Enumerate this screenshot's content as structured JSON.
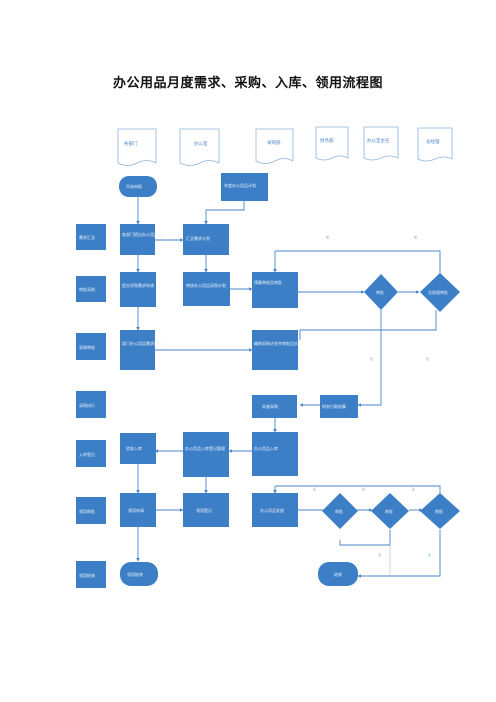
{
  "page": {
    "title": "办公用品月度需求、采购、入库、领用流程图"
  },
  "headers": [
    {
      "label": "各部门"
    },
    {
      "label": "办公室"
    },
    {
      "label": "采购部"
    },
    {
      "label": "财务部"
    },
    {
      "label": "办公室主任"
    },
    {
      "label": "总经理"
    }
  ],
  "lanes": [
    {
      "label": "需求汇总"
    },
    {
      "label": "审批采购"
    },
    {
      "label": "采购审核"
    },
    {
      "label": "采购执行"
    },
    {
      "label": "入库登记"
    },
    {
      "label": "领用审批"
    },
    {
      "label": "领用结束"
    }
  ],
  "nodes": {
    "start": "开始申报",
    "n_plan": "年度办公用品计划",
    "n_dept_req": "各部门提出办公用品需求",
    "n_summary": "汇总需求计划",
    "n_submit": "提交采购需求申请",
    "n_review": "审核办公用品采购计划",
    "n_budget": "预算审核及审批",
    "n_dept_confirm": "部门办公用品需求确认",
    "n_purchase_plan": "编制采购计划并审批后执行",
    "d_approve1": "审批",
    "d_approve2": "总经理审批",
    "n_purchase": "实施采购",
    "n_finance": "财务付款结算",
    "n_receive": "验收入库",
    "n_register": "办公用品入库登记管理",
    "n_stock_in": "办公用品入库",
    "n_apply": "领用申请",
    "n_issue": "领用登记",
    "n_deliver": "办公用品发放",
    "d_check1": "审批",
    "d_check2": "审批",
    "d_check3": "审批",
    "end1": "领用结束",
    "end2": "结束"
  },
  "marks": {
    "yes": "是",
    "no": "否"
  },
  "colors": {
    "box": "#3d7fc6",
    "line": "#4a86c8",
    "doc_border": "#8fb5dd"
  }
}
